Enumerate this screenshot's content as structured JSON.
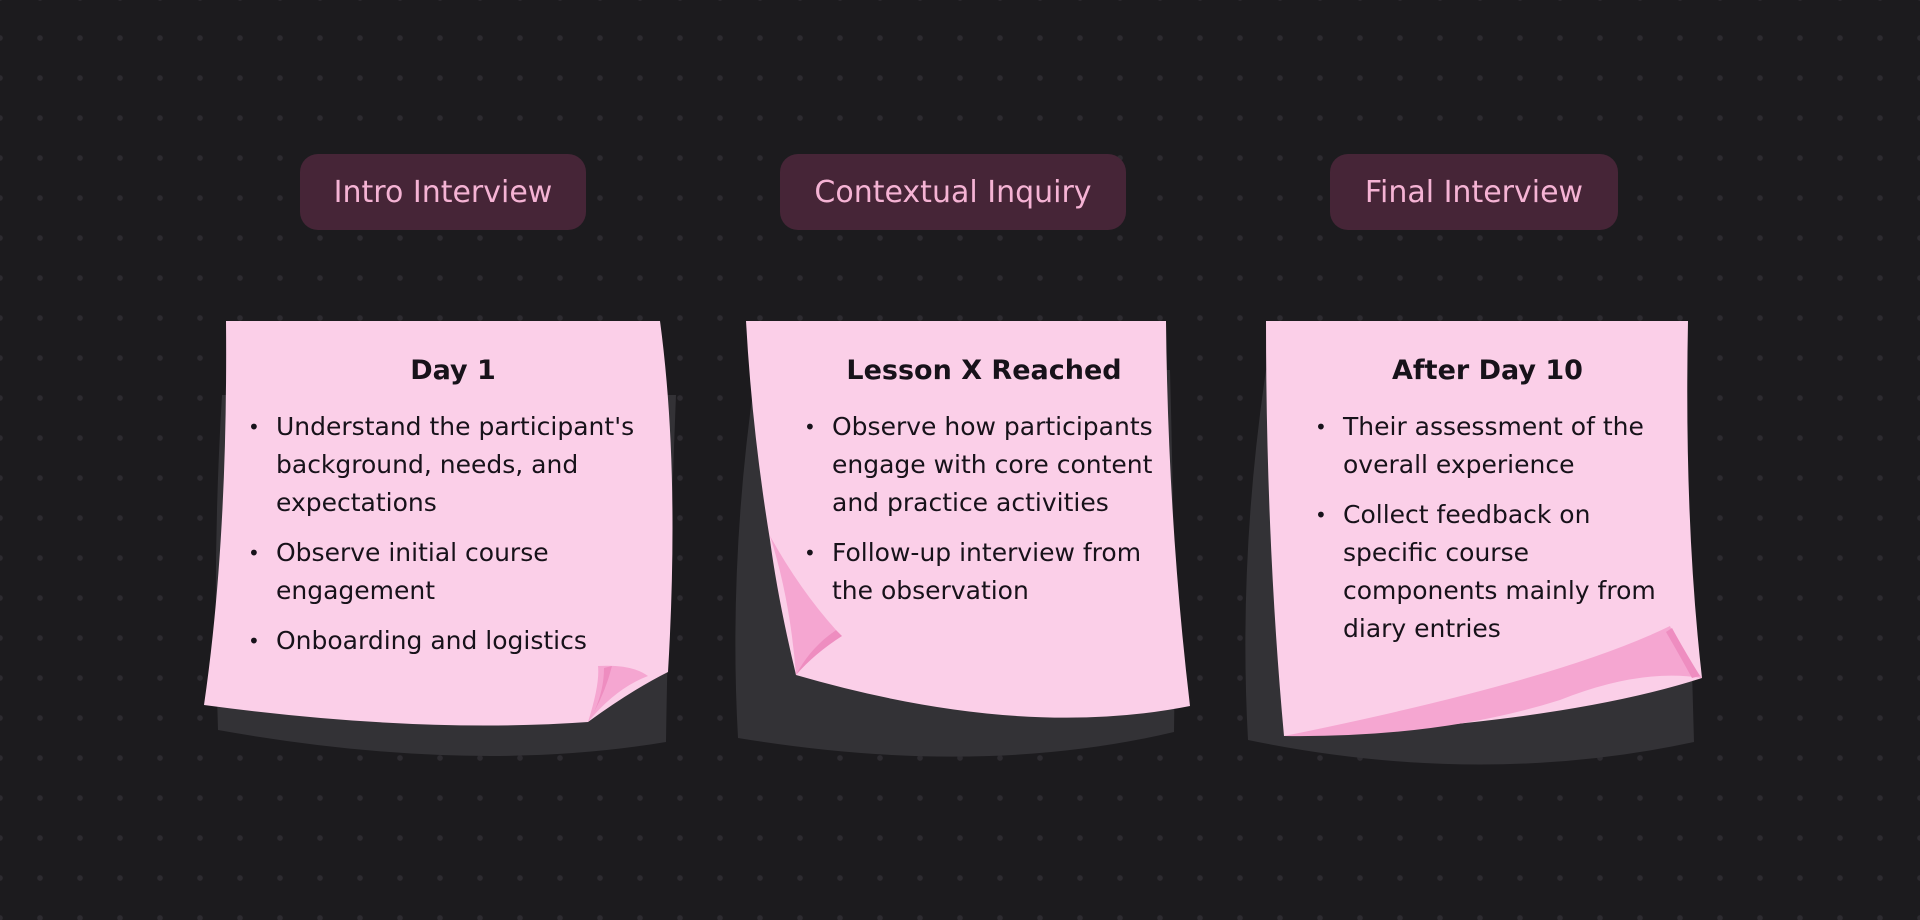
{
  "phases": [
    {
      "label": "Intro Interview",
      "title": "Day 1",
      "items": [
        "Understand the participant's background, needs, and expectations",
        "Observe initial course engagement",
        "Onboarding and logistics"
      ]
    },
    {
      "label": "Contextual Inquiry",
      "title": "Lesson X Reached",
      "items": [
        "Observe how participants engage with core content and practice activities",
        "Follow-up interview from the observation"
      ]
    },
    {
      "label": "Final Interview",
      "title": "After Day 10",
      "items": [
        "Their assessment of the overall experience",
        "Collect feedback on specific course components mainly from diary entries"
      ]
    }
  ],
  "colors": {
    "background": "#1c1b1e",
    "label_bg": "#462537",
    "label_text": "#f5b3d4",
    "note": "#fbcfe8",
    "note_curl": "#f5a6d1",
    "shadow": "#333236",
    "text": "#17121a"
  }
}
